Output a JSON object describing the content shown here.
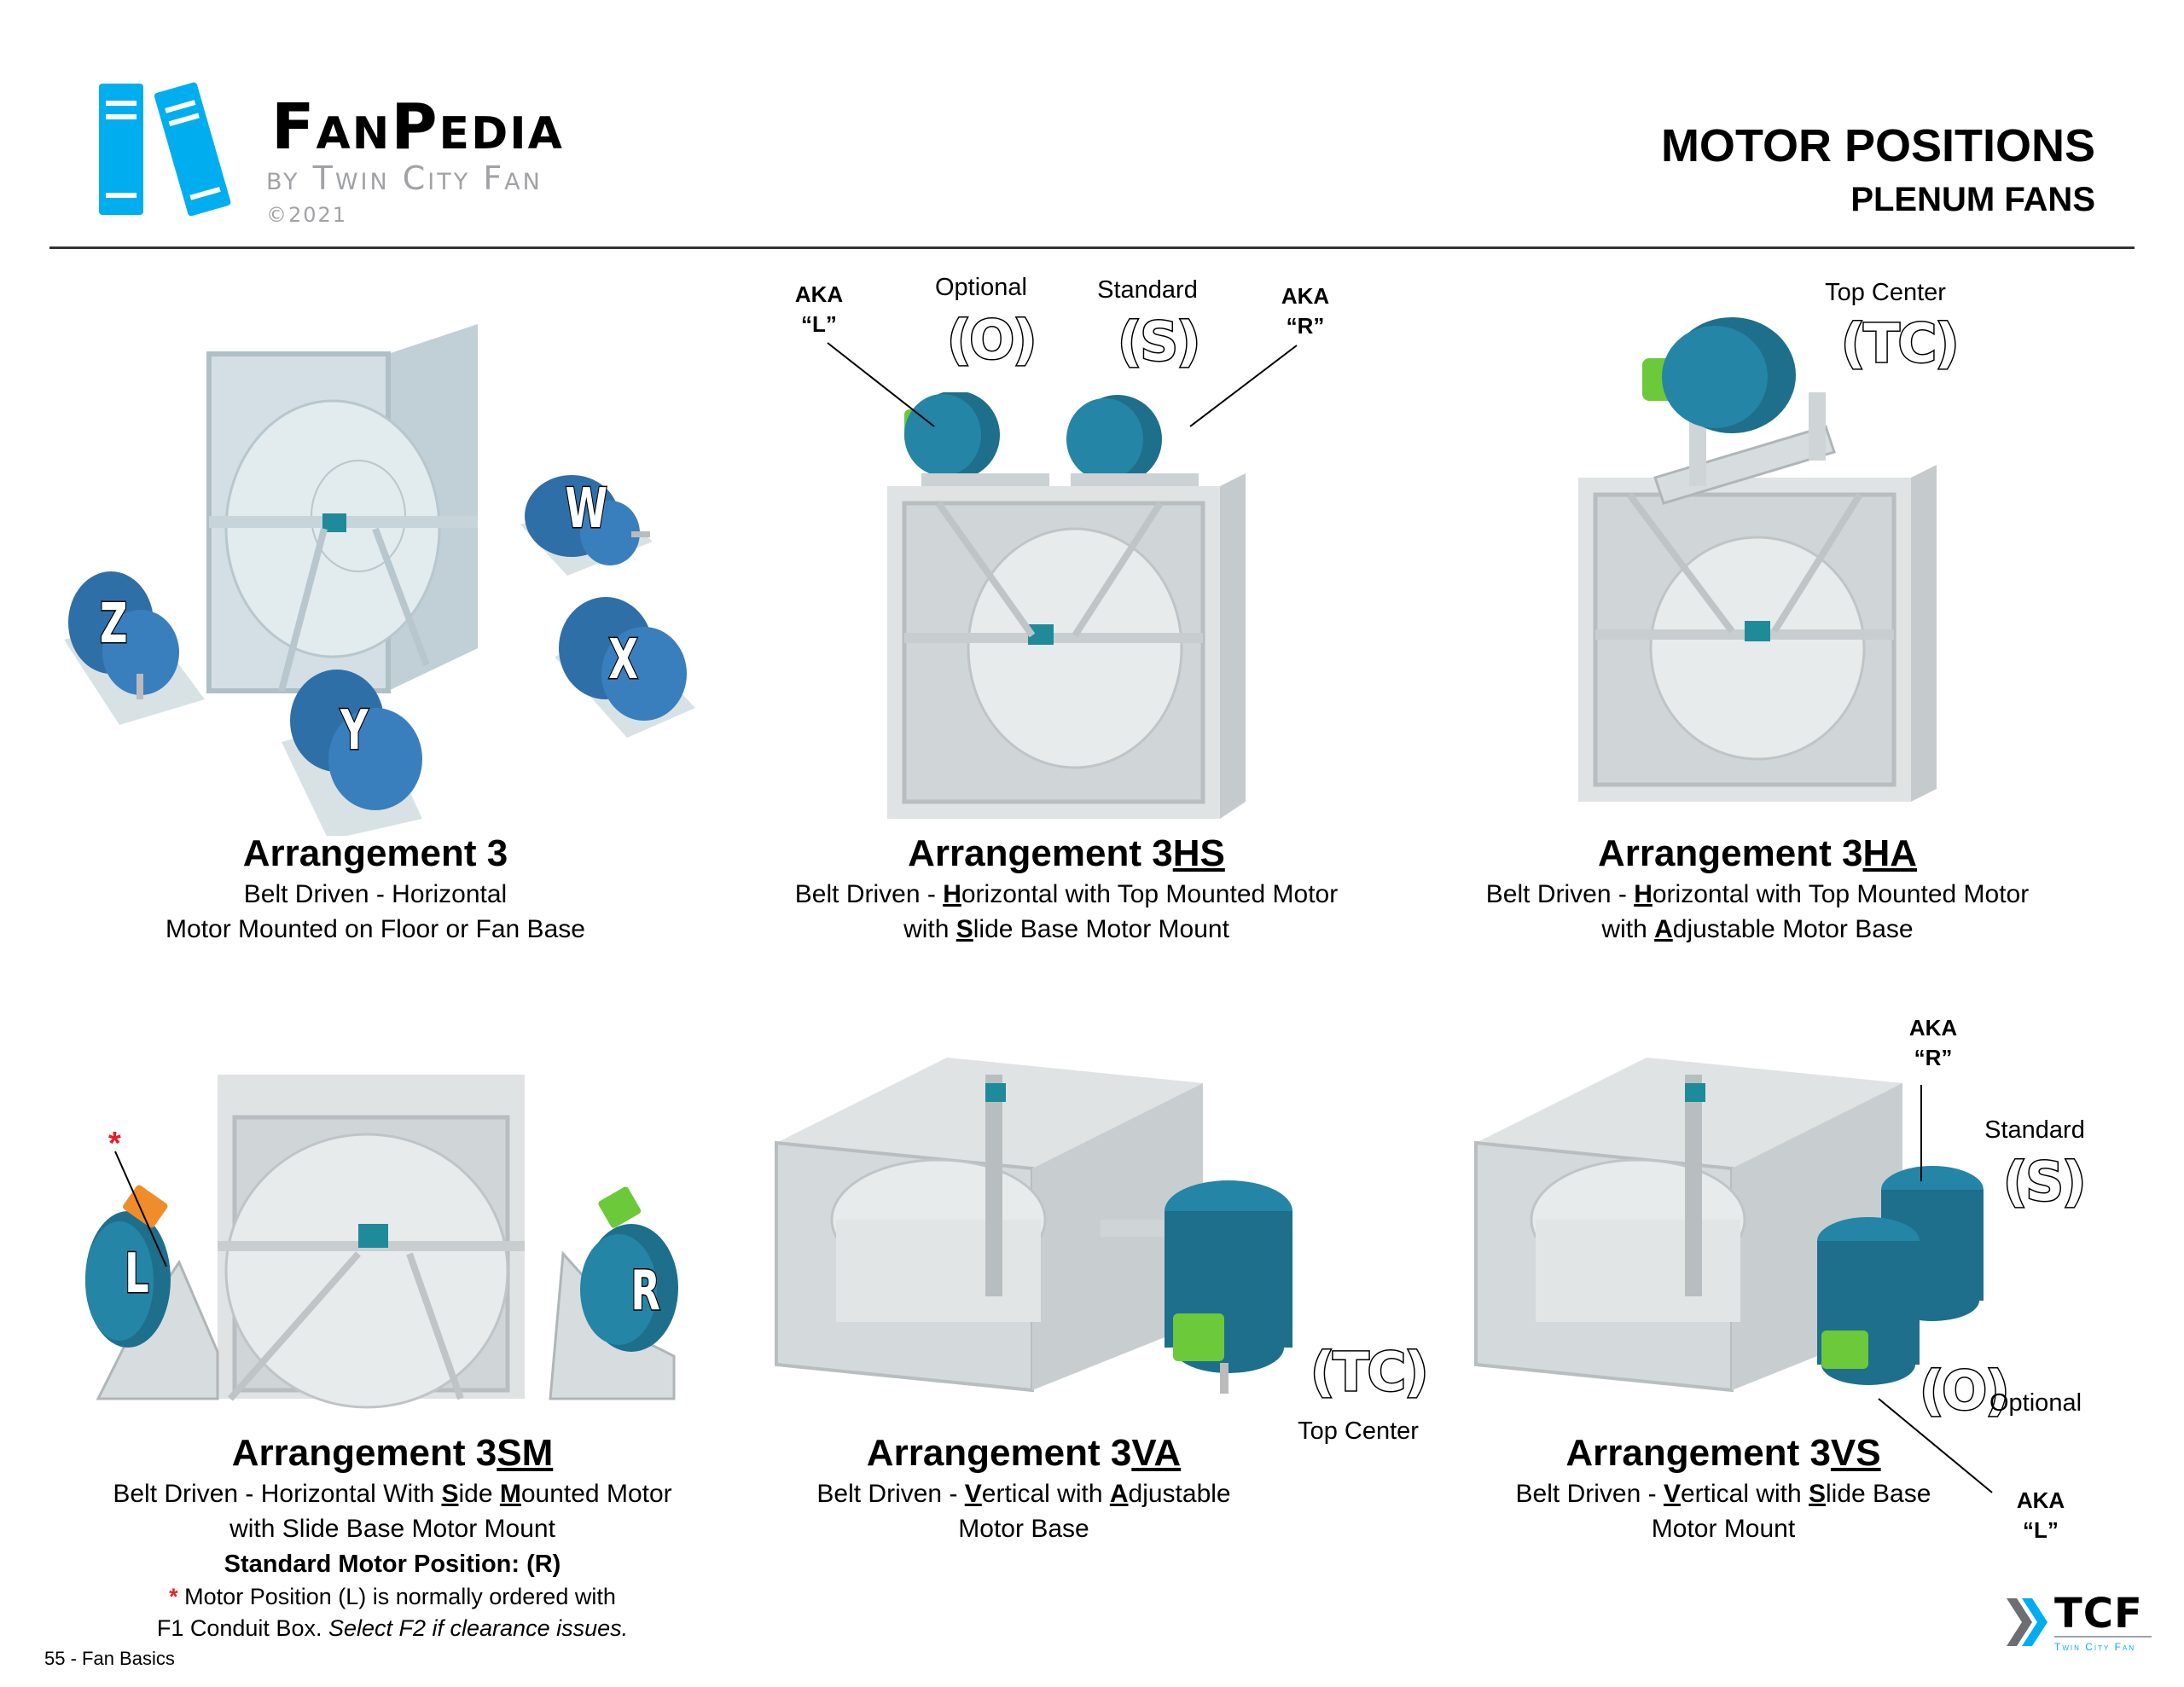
{
  "header": {
    "brand_title": "FanPedia",
    "brand_subtitle": "by Twin City Fan",
    "copyright": "©2021",
    "page_title": "MOTOR POSITIONS",
    "page_subtitle": "PLENUM FANS"
  },
  "colors": {
    "brand_blue": "#00aeef",
    "brand_gray": "#a0a2a5",
    "motor_blue": "#2f6fa8",
    "motor_teal": "#1d6f8c",
    "conduit_green": "#6cc93a",
    "conduit_orange": "#f08c2a",
    "asterisk_red": "#e0202a",
    "housing_gray": "#cfd6d8"
  },
  "arrangements": [
    {
      "id": "3",
      "title_prefix": "Arrangement 3",
      "title_underlined": "",
      "lines": [
        {
          "text": "Belt Driven - Horizontal"
        },
        {
          "text": "Motor Mounted on Floor or Fan Base"
        }
      ],
      "motor_labels": [
        "W",
        "X",
        "Y",
        "Z"
      ]
    },
    {
      "id": "3HS",
      "title_prefix": "Arrangement 3",
      "title_underlined": "HS",
      "line1": {
        "a": "Belt Driven - ",
        "u": "H",
        "b": "orizontal with Top Mounted Motor"
      },
      "line2": {
        "a": "with ",
        "u": "S",
        "b": "lide Base Motor Mount"
      },
      "positions": [
        {
          "code": "O",
          "name": "Optional",
          "aka_label": "AKA",
          "aka_value": "“L”"
        },
        {
          "code": "S",
          "name": "Standard",
          "aka_label": "AKA",
          "aka_value": "“R”"
        }
      ]
    },
    {
      "id": "3HA",
      "title_prefix": "Arrangement 3",
      "title_underlined": "HA",
      "line1": {
        "a": "Belt Driven - ",
        "u": "H",
        "b": "orizontal with Top Mounted Motor"
      },
      "line2": {
        "a": "with ",
        "u": "A",
        "b": "djustable Motor Base"
      },
      "positions": [
        {
          "code": "TC",
          "name": "Top Center"
        }
      ]
    },
    {
      "id": "3SM",
      "title_prefix": "Arrangement 3",
      "title_underlined": "SM",
      "line1": {
        "a": "Belt Driven - Horizontal With ",
        "u1": "S",
        "m": "ide ",
        "u2": "M",
        "b": "ounted Motor"
      },
      "line2": "with Slide Base Motor Mount",
      "standard_position": "Standard Motor Position: (R)",
      "note_asterisk": "*",
      "note_line1": "Motor Position (L) is normally ordered with",
      "note_line2_plain": "F1 Conduit Box. ",
      "note_line2_italic": "Select F2 if clearance issues.",
      "motor_labels": [
        "L",
        "R"
      ]
    },
    {
      "id": "3VA",
      "title_prefix": "Arrangement 3",
      "title_underlined": "VA",
      "line1": {
        "a": "Belt Driven - ",
        "u1": "V",
        "m": "ertical with ",
        "u2": "A",
        "b": "djustable"
      },
      "line2": "Motor Base",
      "positions": [
        {
          "code": "TC",
          "name": "Top Center"
        }
      ]
    },
    {
      "id": "3VS",
      "title_prefix": "Arrangement 3",
      "title_underlined": "VS",
      "line1": {
        "a": "Belt Driven - ",
        "u1": "V",
        "m": "ertical with ",
        "u2": "S",
        "b": "lide Base"
      },
      "line2": "Motor Mount",
      "positions": [
        {
          "code": "S",
          "name": "Standard",
          "aka_label": "AKA",
          "aka_value": "“R”"
        },
        {
          "code": "O",
          "name": "Optional",
          "aka_label": "AKA",
          "aka_value": "“L”"
        }
      ]
    }
  ],
  "footer": {
    "page_label": "55 - Fan Basics",
    "logo_text": "TCF",
    "logo_subtext": "Twin City Fan"
  }
}
